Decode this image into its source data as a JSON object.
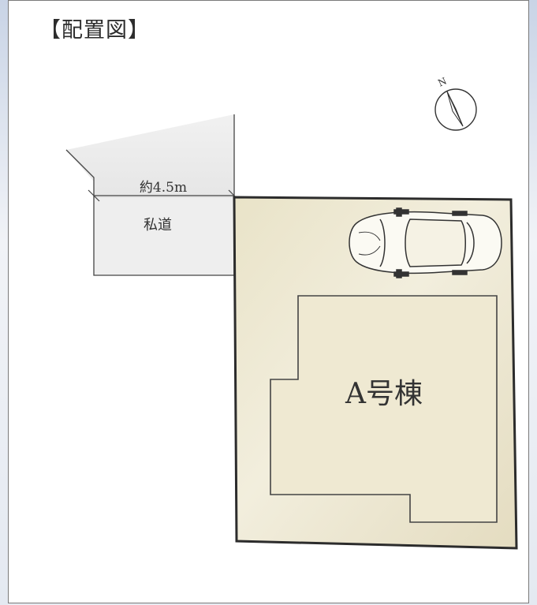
{
  "title": "【配置図】",
  "road": {
    "width_label": "約4.5m",
    "name": "私道"
  },
  "building": {
    "label": "A号棟"
  },
  "compass": {
    "north_label": "N"
  },
  "colors": {
    "lot_fill": "#ece6cf",
    "road_fill": "#eeeeee",
    "line": "#444444",
    "outline_dark": "#2c2c2c"
  }
}
